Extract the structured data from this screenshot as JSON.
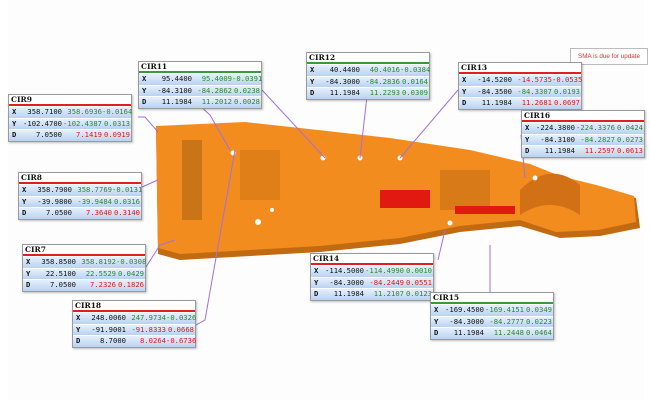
{
  "notice": "SMA is due for update",
  "colors": {
    "part": "#f08a1e",
    "part_shadow": "#b86010",
    "leader": "#a070e0",
    "in_tol": "#2a8a2a",
    "out_tol": "#e01818",
    "highlight": "#e01a10"
  },
  "callouts": [
    {
      "id": "CIR9",
      "status": "out",
      "rows": [
        {
          "axis": "X",
          "nominal": "358.7100",
          "measured": "358.6936",
          "deviation": "-0.0164",
          "ok": true
        },
        {
          "axis": "Y",
          "nominal": "-102.4700",
          "measured": "-102.4387",
          "deviation": "0.0313",
          "ok": true
        },
        {
          "axis": "D",
          "nominal": "7.0500",
          "measured": "7.1419",
          "deviation": "0.0919",
          "ok": false
        }
      ]
    },
    {
      "id": "CIR11",
      "status": "ok",
      "rows": [
        {
          "axis": "X",
          "nominal": "95.4400",
          "measured": "95.4009",
          "deviation": "-0.0391",
          "ok": true
        },
        {
          "axis": "Y",
          "nominal": "-84.3100",
          "measured": "-84.2862",
          "deviation": "0.0238",
          "ok": true
        },
        {
          "axis": "D",
          "nominal": "11.1984",
          "measured": "11.2012",
          "deviation": "0.0028",
          "ok": true
        }
      ]
    },
    {
      "id": "CIR12",
      "status": "ok",
      "rows": [
        {
          "axis": "X",
          "nominal": "40.4400",
          "measured": "40.4016",
          "deviation": "-0.0384",
          "ok": true
        },
        {
          "axis": "Y",
          "nominal": "-84.3000",
          "measured": "-84.2836",
          "deviation": "0.0164",
          "ok": true
        },
        {
          "axis": "D",
          "nominal": "11.1984",
          "measured": "11.2293",
          "deviation": "0.0309",
          "ok": true
        }
      ]
    },
    {
      "id": "CIR13",
      "status": "out",
      "rows": [
        {
          "axis": "X",
          "nominal": "-14.5200",
          "measured": "-14.5735",
          "deviation": "-0.0535",
          "ok": false
        },
        {
          "axis": "Y",
          "nominal": "-84.3500",
          "measured": "-84.3307",
          "deviation": "0.0193",
          "ok": true
        },
        {
          "axis": "D",
          "nominal": "11.1984",
          "measured": "11.2681",
          "deviation": "0.0697",
          "ok": false
        }
      ]
    },
    {
      "id": "CIR16",
      "status": "out",
      "rows": [
        {
          "axis": "X",
          "nominal": "-224.3800",
          "measured": "-224.3376",
          "deviation": "0.0424",
          "ok": true
        },
        {
          "axis": "Y",
          "nominal": "-84.3100",
          "measured": "-84.2827",
          "deviation": "0.0273",
          "ok": true
        },
        {
          "axis": "D",
          "nominal": "11.1984",
          "measured": "11.2597",
          "deviation": "0.0613",
          "ok": false
        }
      ]
    },
    {
      "id": "CIR8",
      "status": "out",
      "rows": [
        {
          "axis": "X",
          "nominal": "358.7900",
          "measured": "358.7769",
          "deviation": "-0.0131",
          "ok": true
        },
        {
          "axis": "Y",
          "nominal": "-39.9800",
          "measured": "-39.9484",
          "deviation": "0.0316",
          "ok": true
        },
        {
          "axis": "D",
          "nominal": "7.0500",
          "measured": "7.3640",
          "deviation": "0.3140",
          "ok": false
        }
      ]
    },
    {
      "id": "CIR7",
      "status": "out",
      "rows": [
        {
          "axis": "X",
          "nominal": "358.8500",
          "measured": "358.8192",
          "deviation": "-0.0308",
          "ok": true
        },
        {
          "axis": "Y",
          "nominal": "22.5100",
          "measured": "22.5529",
          "deviation": "0.0429",
          "ok": true
        },
        {
          "axis": "D",
          "nominal": "7.0500",
          "measured": "7.2326",
          "deviation": "0.1826",
          "ok": false
        }
      ]
    },
    {
      "id": "CIR18",
      "status": "out",
      "rows": [
        {
          "axis": "X",
          "nominal": "248.0060",
          "measured": "247.9734",
          "deviation": "-0.0326",
          "ok": true
        },
        {
          "axis": "Y",
          "nominal": "-91.9001",
          "measured": "-91.8333",
          "deviation": "0.0668",
          "ok": false
        },
        {
          "axis": "D",
          "nominal": "8.7000",
          "measured": "8.0264",
          "deviation": "-0.6736",
          "ok": false
        }
      ]
    },
    {
      "id": "CIR14",
      "status": "out",
      "rows": [
        {
          "axis": "X",
          "nominal": "-114.5000",
          "measured": "-114.4990",
          "deviation": "0.0010",
          "ok": true
        },
        {
          "axis": "Y",
          "nominal": "-84.3000",
          "measured": "-84.2449",
          "deviation": "0.0551",
          "ok": false
        },
        {
          "axis": "D",
          "nominal": "11.1984",
          "measured": "11.2107",
          "deviation": "0.0123",
          "ok": true
        }
      ]
    },
    {
      "id": "CIR15",
      "status": "ok",
      "rows": [
        {
          "axis": "X",
          "nominal": "-169.4500",
          "measured": "-169.4151",
          "deviation": "0.0349",
          "ok": true
        },
        {
          "axis": "Y",
          "nominal": "-84.3000",
          "measured": "-84.2777",
          "deviation": "0.0223",
          "ok": true
        },
        {
          "axis": "D",
          "nominal": "11.1984",
          "measured": "11.2448",
          "deviation": "0.0464",
          "ok": true
        }
      ]
    }
  ]
}
